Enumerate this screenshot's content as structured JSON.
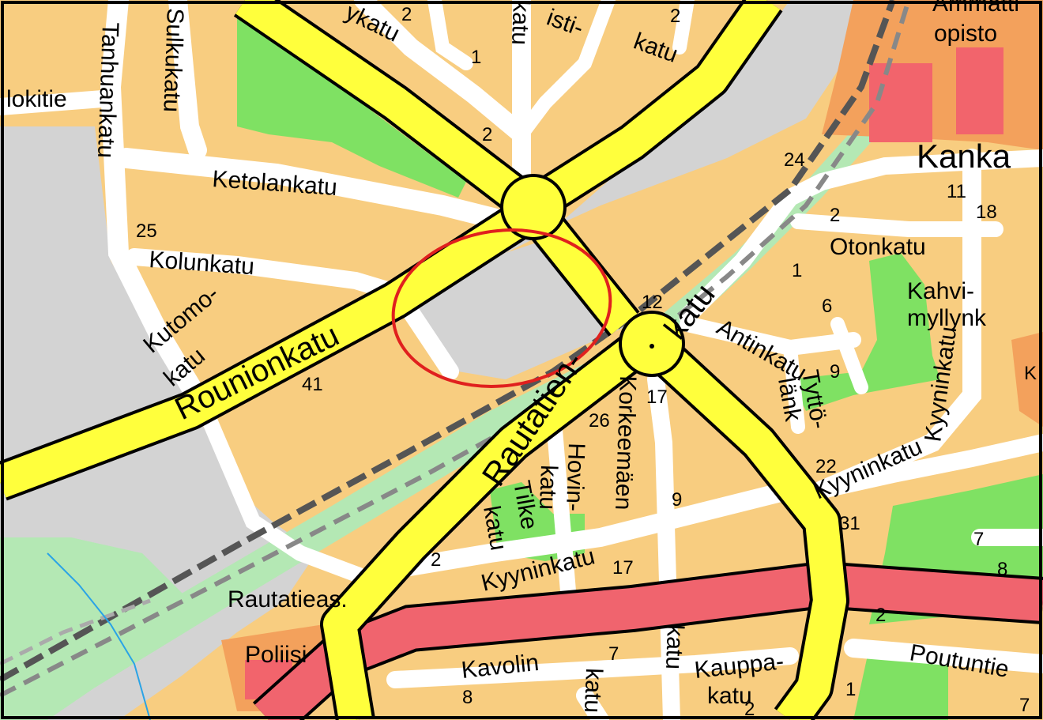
{
  "colors": {
    "residential": "#f8cd80",
    "rail_area": "#d3d3d3",
    "park": "#7fe163",
    "light_green": "#b4e8b4",
    "public_orange": "#f3a15c",
    "building_red": "#f2646c",
    "main_road": "#ffff3c",
    "highway": "#f0646e",
    "street": "#ffffff",
    "highlight_circle": "#e0201e",
    "water": "#2aa3e6"
  },
  "streets": {
    "rounionkatu": "Rounionkatu",
    "ketolankatu": "Ketolankatu",
    "kolunkatu": "Kolunkatu",
    "kutomo": "Kutomo-",
    "kutomo_katu": "katu",
    "tanhuankatu": "Tanhuankatu",
    "sulkukatu": "Sulkukatu",
    "okitie": "lokitie",
    "top_ykatu": "ykatu",
    "top_katu_a": "katu",
    "top_isti": "isti-",
    "top_katu_b": "katu",
    "kankaan": "Kanka",
    "otonkatu": "Otonkatu",
    "antinkatu": "Antinkatu",
    "katu_rail": "katu",
    "kahvi": "Kahvi-",
    "myllynk": "myllynk",
    "tytto": "Tyttö-",
    "lank": "länk",
    "kyyninkatu_east": "Kyyninkatu",
    "kyyninkatu_se": "Kyyninkatu",
    "kyyninkatu_south": "Kyyninkatu",
    "rautatien": "Rautatien-",
    "korkeemaen": "Korkeemäen",
    "hovin": "Hovin-",
    "hovin_katu": "katu",
    "tilke": "Tilke",
    "tilke_katu": "katu",
    "kavolin": "Kavolin",
    "katu_v": "katu",
    "katu_korkee": "katu",
    "kauppa": "Kauppa-",
    "kauppa_katu": "katu",
    "poutuntie": "Poutuntie",
    "opisto": "opisto",
    "opisto_top": "Ammatti",
    "rautatieas": "Rautatieas.",
    "poliisi": "Poliisi"
  },
  "numbers": {
    "n25": "25",
    "n41": "41",
    "n2a": "2",
    "n1a": "1",
    "n2b": "2",
    "n2c": "2",
    "n24": "24",
    "n11": "11",
    "n18": "18",
    "n2d": "2",
    "n1b": "1",
    "n6": "6",
    "n9a": "9",
    "n12": "12",
    "n17a": "17",
    "n26": "26",
    "n9b": "9",
    "n22": "22",
    "n31": "31",
    "n2e": "2",
    "n17b": "17",
    "n7a": "7",
    "n8a": "8",
    "n2f": "2",
    "n7b": "7",
    "n8b": "8",
    "n1c": "1",
    "n2g": "2",
    "n7c": "7",
    "nk": "K"
  }
}
